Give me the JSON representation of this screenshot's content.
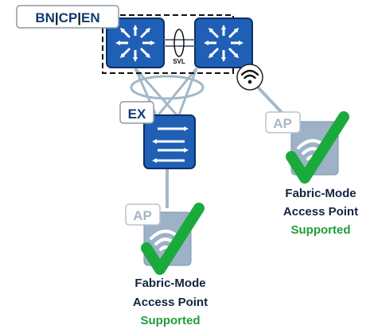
{
  "role_badge": {
    "parts": [
      "BN",
      "CP",
      "EN"
    ],
    "separator": "|"
  },
  "svl_label": "SVL",
  "ex_badge": "EX",
  "ap_badge_left": "AP",
  "ap_badge_right": "AP",
  "caption_right": {
    "line1": "Fabric-Mode",
    "line2": "Access Point",
    "line3": "Supported"
  },
  "caption_bottom": {
    "line1": "Fabric-Mode",
    "line2": "Access Point",
    "line3": "Supported"
  },
  "icons": [
    "core-switch-icon",
    "access-switch-icon",
    "wifi-icon",
    "access-point-icon",
    "checkmark-icon"
  ],
  "colors": {
    "device_blue": "#1f5fb6",
    "badge_navy": "#0f3b6e",
    "ap_light": "#9db2c6",
    "check_green": "#1aaa3c",
    "supported_green": "#1e9e3a",
    "link_gray": "#a3b8c7",
    "text_navy": "#122440"
  }
}
